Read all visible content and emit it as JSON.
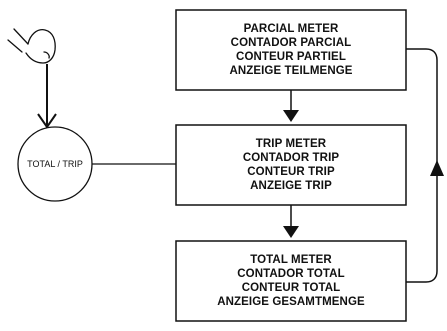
{
  "button": {
    "label": "TOTAL / TRIP"
  },
  "boxes": {
    "partial": [
      "PARCIAL METER",
      "CONTADOR PARCIAL",
      "CONTEUR PARTIEL",
      "ANZEIGE TEILMENGE"
    ],
    "trip": [
      "TRIP METER",
      "CONTADOR TRIP",
      "CONTEUR TRIP",
      "ANZEIGE TRIP"
    ],
    "total": [
      "TOTAL METER",
      "CONTADOR TOTAL",
      "CONTEUR TOTAL",
      "ANZEIGE GESAMTMENGE"
    ]
  },
  "icons": [
    "finger-press-icon",
    "arrow-down-icon",
    "loop-arrow-up-icon"
  ],
  "colors": {
    "line": "#111111",
    "background": "#ffffff"
  }
}
